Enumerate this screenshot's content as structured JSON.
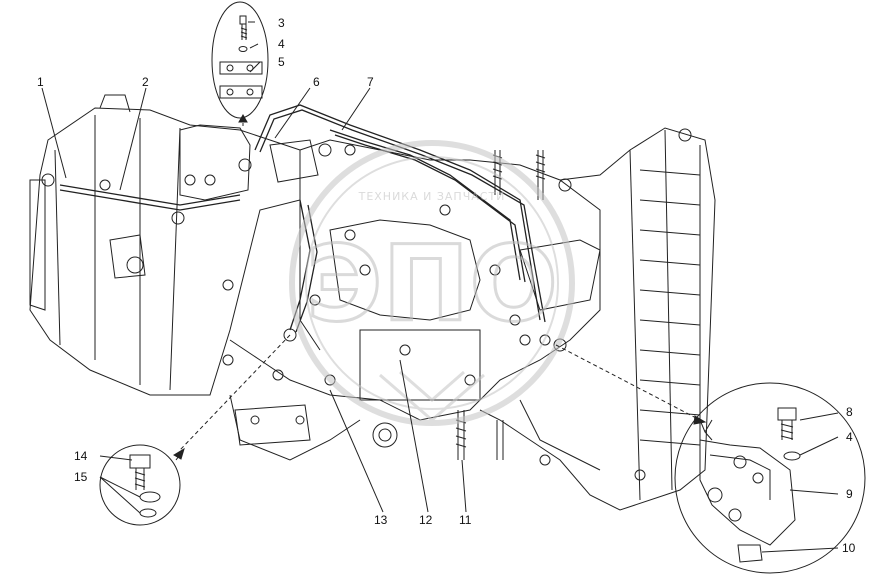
{
  "callouts": [
    {
      "id": "c1",
      "label": "1"
    },
    {
      "id": "c2",
      "label": "2"
    },
    {
      "id": "c3",
      "label": "3"
    },
    {
      "id": "c4a",
      "label": "4"
    },
    {
      "id": "c5",
      "label": "5"
    },
    {
      "id": "c6",
      "label": "6"
    },
    {
      "id": "c7",
      "label": "7"
    },
    {
      "id": "c8",
      "label": "8"
    },
    {
      "id": "c4b",
      "label": "4"
    },
    {
      "id": "c9",
      "label": "9"
    },
    {
      "id": "c10",
      "label": "10"
    },
    {
      "id": "c11",
      "label": "11"
    },
    {
      "id": "c12",
      "label": "12"
    },
    {
      "id": "c13",
      "label": "13"
    },
    {
      "id": "c14",
      "label": "14"
    },
    {
      "id": "c15",
      "label": "15"
    }
  ],
  "watermark": {
    "logo_text": "ЭПО",
    "caption": "ТЕХНИКА И ЗАПЧАСТИ"
  },
  "colors": {
    "line": "#222222",
    "watermark": "#c4c4c4",
    "background": "#ffffff"
  }
}
